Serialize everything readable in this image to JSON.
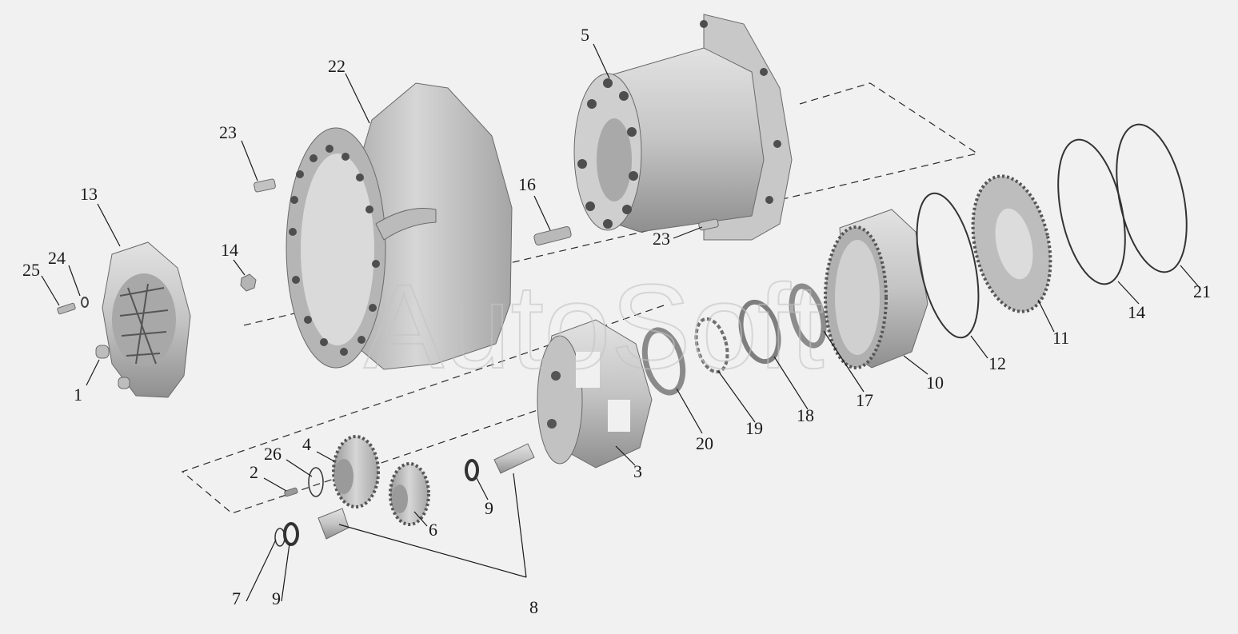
{
  "watermark": "AutoSoft",
  "callouts": {
    "c1": "1",
    "c2": "2",
    "c3": "3",
    "c4": "4",
    "c5": "5",
    "c6": "6",
    "c7": "7",
    "c8": "8",
    "c9a": "9",
    "c9b": "9",
    "c10": "10",
    "c11": "11",
    "c12": "12",
    "c13": "13",
    "c14a": "14",
    "c14b": "14",
    "c16": "16",
    "c17": "17",
    "c18": "18",
    "c19": "19",
    "c20": "20",
    "c21": "21",
    "c22": "22",
    "c23a": "23",
    "c23b": "23",
    "c24": "24",
    "c25": "25",
    "c26": "26"
  },
  "colors": {
    "background": "#f1f1f1",
    "part_fill": "#c9c9c9",
    "part_shadow": "#8e8e8e",
    "line": "#1a1a1a"
  }
}
